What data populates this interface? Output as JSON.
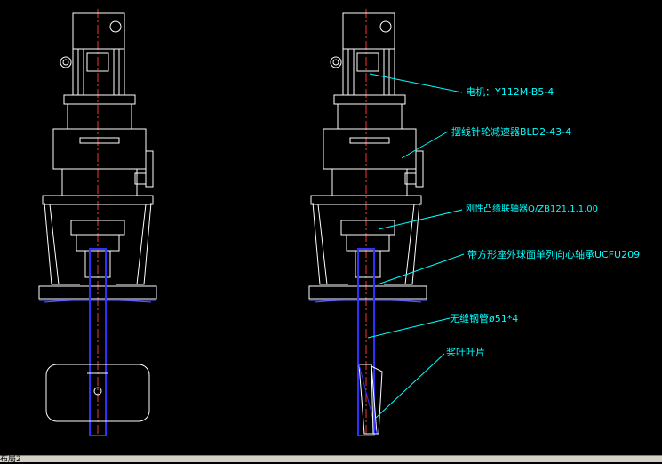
{
  "labels": {
    "motor": "电机：Y112M-B5-4",
    "reducer": "摆线针轮减速器BLD2-43-4",
    "coupling": "刚性凸缘联轴器Q/ZB121.1.1.00",
    "bearing": "带方形座外球面单列向心轴承UCFU209",
    "pipe": "无缝钢管ø51*4",
    "blade": "桨叶叶片"
  },
  "footer": {
    "tab_label": "布局2"
  },
  "colors": {
    "line": "#ffffff",
    "accent": "#00ffff",
    "shaft": "#0000ff",
    "background": "#000000"
  }
}
